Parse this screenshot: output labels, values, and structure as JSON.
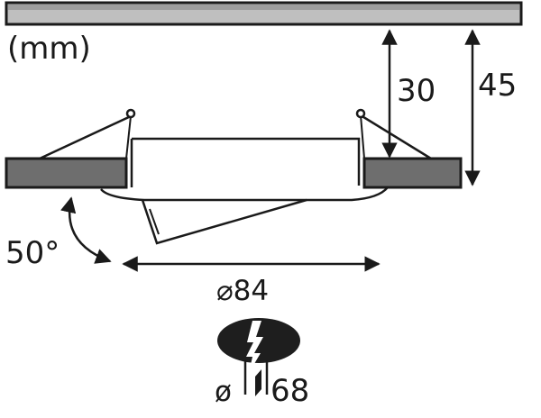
{
  "unit_label": "(mm)",
  "dimensions": {
    "inner_height": "30",
    "total_height": "45",
    "tilt_angle": "50°",
    "diameter_value": "84",
    "cutout_value": "68"
  },
  "symbols": {
    "diameter_symbol": "⌀",
    "cutout_symbol": "ø"
  },
  "icons": {
    "cutout": "cutout-drill-icon",
    "arrow": "dimension-arrow-icon"
  },
  "colors": {
    "ceiling_fill": "#bfbfbf",
    "ceiling_band": "#9e9e9e",
    "panel_fill": "#6e6e6e",
    "line": "#1a1a1a",
    "cutout_fill": "#1e1e1e"
  }
}
